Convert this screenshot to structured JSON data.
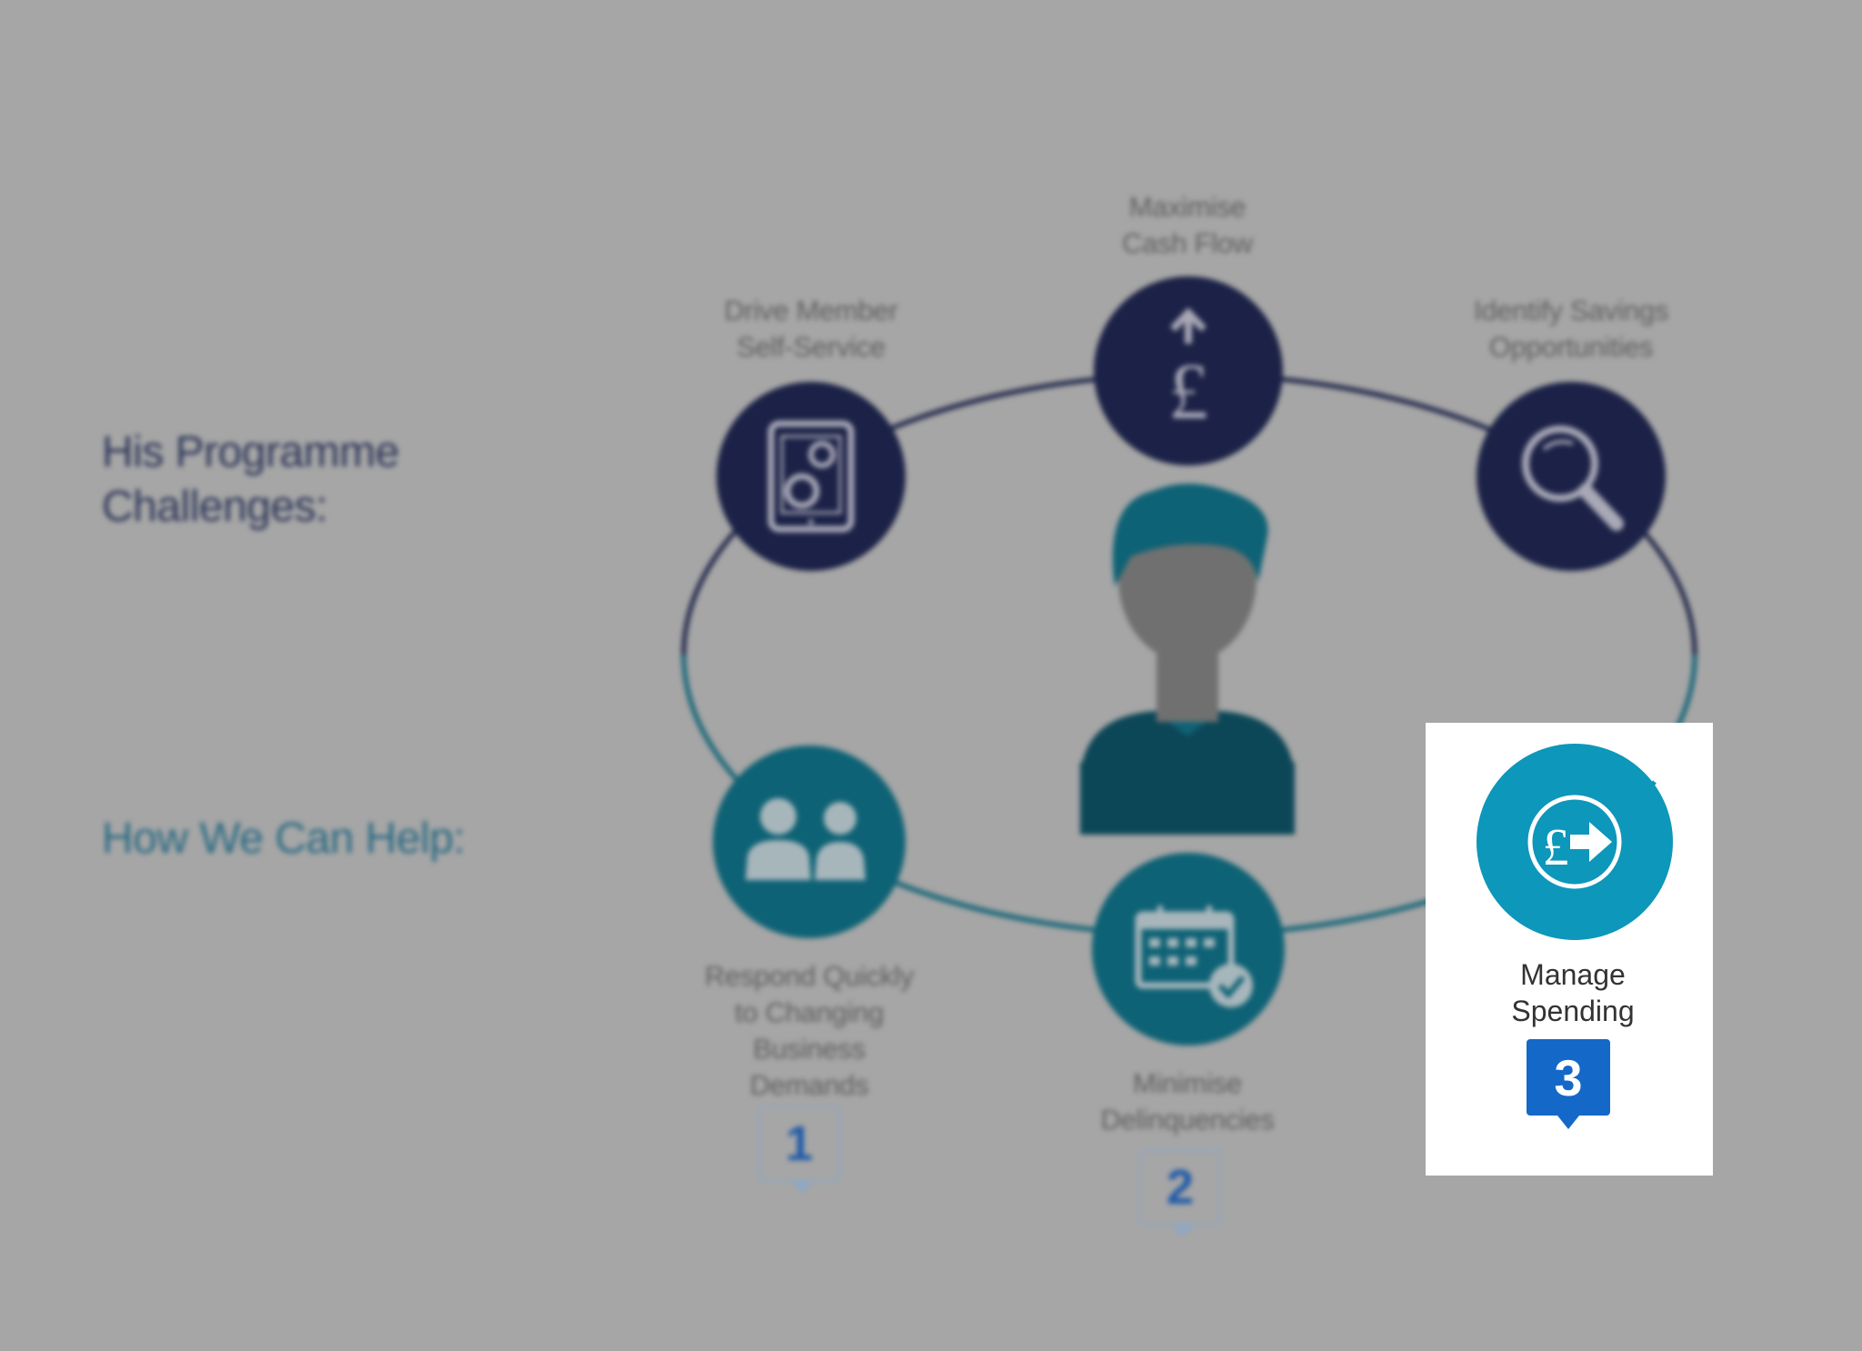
{
  "headings": {
    "challenges": "His Programme Challenges:",
    "help": "How We Can Help:"
  },
  "challenges": [
    {
      "line1": "Drive Member",
      "line2": "Self-Service",
      "icon": "tablet-gears-icon"
    },
    {
      "line1": "Maximise",
      "line2": "Cash Flow",
      "icon": "pound-up-arrow-icon"
    },
    {
      "line1": "Identify Savings",
      "line2": "Opportunities",
      "icon": "magnifier-icon"
    }
  ],
  "solutions": [
    {
      "lines": [
        "Respond Quickly",
        "to Changing",
        "Business",
        "Demands"
      ],
      "number": "1",
      "icon": "two-people-icon"
    },
    {
      "lines": [
        "Minimise",
        "Delinquencies"
      ],
      "number": "2",
      "icon": "calendar-check-icon"
    },
    {
      "lines": [
        "Manage",
        "Spending"
      ],
      "number": "3",
      "icon": "pound-transfer-icon",
      "active": true
    }
  ],
  "center": {
    "icon": "person-avatar-icon"
  },
  "colors": {
    "background": "#a6a6a6",
    "navy_overlay": "#1c2247",
    "teal_overlay": "#0e6275",
    "active_teal": "#0d97ba",
    "badge_blue": "#1468c8",
    "panel": "#ffffff"
  }
}
